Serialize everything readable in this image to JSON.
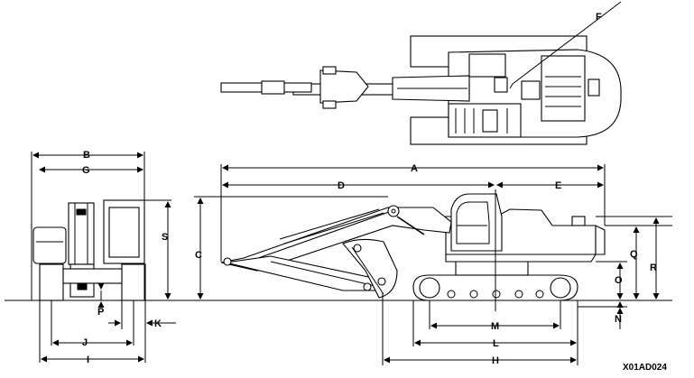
{
  "drawing_code": "X01AD024",
  "dimension_labels": {
    "A": "A",
    "B": "B",
    "C": "C",
    "D": "D",
    "E": "E",
    "F": "F",
    "G": "G",
    "H": "H",
    "I": "I",
    "J": "J",
    "K": "K",
    "L": "L",
    "M": "M",
    "N": "N",
    "O": "O",
    "P": "P",
    "Q": "Q",
    "R": "R",
    "S": "S"
  }
}
